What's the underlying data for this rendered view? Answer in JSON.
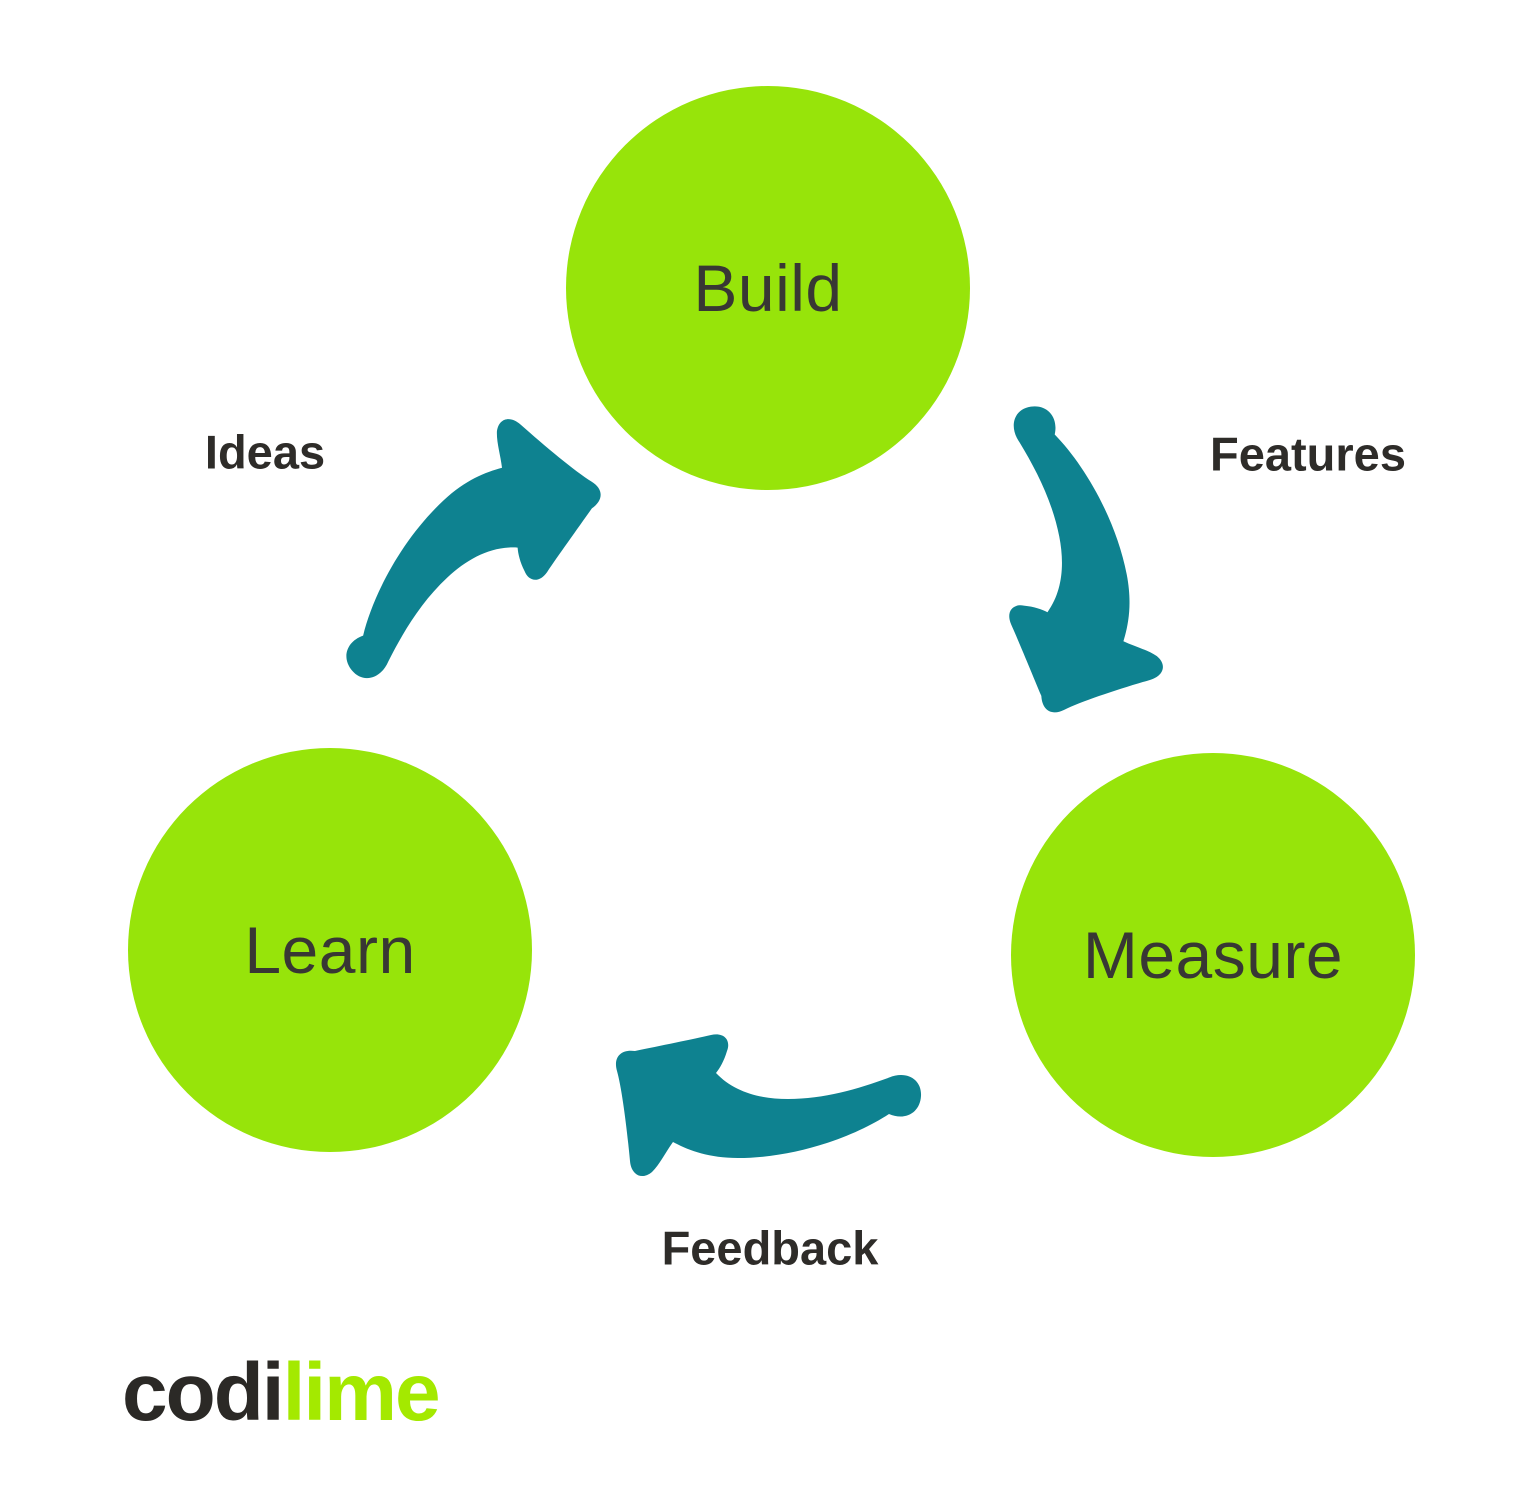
{
  "diagram": {
    "nodes": [
      {
        "label": "Build"
      },
      {
        "label": "Measure"
      },
      {
        "label": "Learn"
      }
    ],
    "arrows": [
      {
        "label": "Ideas",
        "from": "Learn",
        "to": "Build"
      },
      {
        "label": "Features",
        "from": "Build",
        "to": "Measure"
      },
      {
        "label": "Feedback",
        "from": "Measure",
        "to": "Learn"
      }
    ]
  },
  "logo": {
    "prefix": "codi",
    "suffix": "lime"
  },
  "colors": {
    "lime": "#97E40A",
    "teal": "#0E8290",
    "node-text": "#383734",
    "label-text": "#2E2C29",
    "logo-dark": "#2B2926",
    "logo-lime": "#A4E900"
  }
}
